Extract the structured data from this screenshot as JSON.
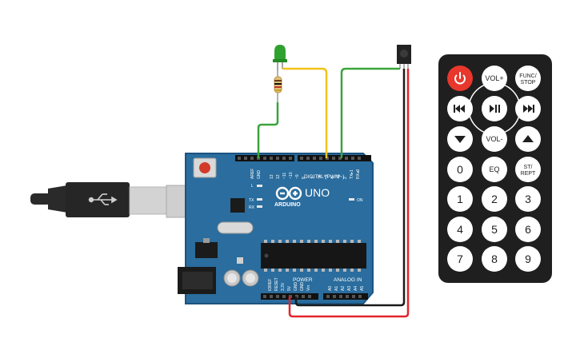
{
  "board": {
    "brand": "ARDUINO",
    "model": "UNO",
    "digital_label": "DIGITAL (PWM~)",
    "power_label": "POWER",
    "analog_label": "ANALOG IN",
    "on_label": "ON",
    "led_l": "L",
    "led_tx": "TX",
    "led_rx": "RX",
    "aref": "AREF",
    "gnd": "GND",
    "digital_pins": [
      "13",
      "12",
      "~11",
      "~10",
      "~9",
      "8",
      "7",
      "~6",
      "~5",
      "4",
      "~3",
      "2",
      "TX▸1",
      "RX◂0"
    ],
    "power_pins": [
      "IOREF",
      "RESET",
      "3.3V",
      "5V",
      "GND",
      "GND",
      "Vin"
    ],
    "analog_pins": [
      "A0",
      "A1",
      "A2",
      "A3",
      "A4",
      "A5"
    ]
  },
  "remote": {
    "buttons": [
      {
        "name": "power",
        "icon": "power-icon",
        "label": ""
      },
      {
        "name": "vol-up",
        "label": "VOL+"
      },
      {
        "name": "func-stop",
        "label": "FUNC/\nSTOP"
      },
      {
        "name": "prev",
        "icon": "skip-back-icon",
        "label": ""
      },
      {
        "name": "play-pause",
        "icon": "play-pause-icon",
        "label": ""
      },
      {
        "name": "next",
        "icon": "skip-forward-icon",
        "label": ""
      },
      {
        "name": "down",
        "icon": "arrow-down-icon",
        "label": ""
      },
      {
        "name": "vol-down",
        "label": "VOL-"
      },
      {
        "name": "up",
        "icon": "arrow-up-icon",
        "label": ""
      },
      {
        "name": "0",
        "label": "0"
      },
      {
        "name": "eq",
        "label": "EQ"
      },
      {
        "name": "st-rept",
        "label": "ST/\nREPT"
      },
      {
        "name": "1",
        "label": "1"
      },
      {
        "name": "2",
        "label": "2"
      },
      {
        "name": "3",
        "label": "3"
      },
      {
        "name": "4",
        "label": "4"
      },
      {
        "name": "5",
        "label": "5"
      },
      {
        "name": "6",
        "label": "6"
      },
      {
        "name": "7",
        "label": "7"
      },
      {
        "name": "8",
        "label": "8"
      },
      {
        "name": "9",
        "label": "9"
      }
    ]
  },
  "colors": {
    "board": "#2a6d9e",
    "board_edge": "#1d5480",
    "remote_body": "#1f1f1f",
    "remote_button": "#ffffff",
    "power_button": "#e8372c",
    "wire_green": "#3aa53a",
    "wire_yellow": "#f2c21b",
    "wire_red": "#e3242b",
    "wire_black": "#1a1a1a",
    "led": "#2fa12f",
    "usb_plug": "#2a2a2a",
    "usb_metal": "#c9c9c9"
  }
}
